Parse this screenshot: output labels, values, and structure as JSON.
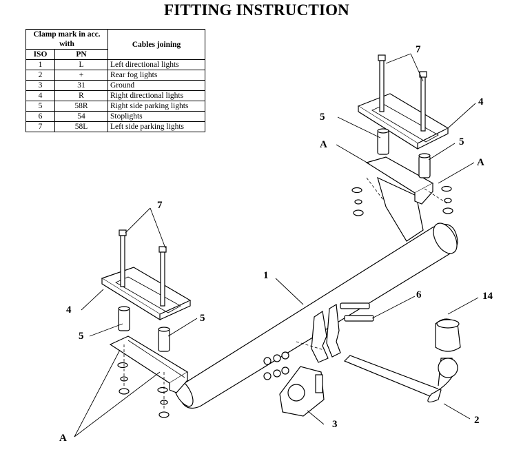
{
  "title": "FITTING INSTRUCTION",
  "table": {
    "header_clamp": "Clamp mark in acc. with",
    "header_iso": "ISO",
    "header_pn": "PN",
    "header_cables": "Cables joining",
    "rows": [
      {
        "iso": "1",
        "pn": "L",
        "cable": "Left directional lights"
      },
      {
        "iso": "2",
        "pn": "+",
        "cable": "Rear fog lights"
      },
      {
        "iso": "3",
        "pn": "31",
        "cable": "Ground"
      },
      {
        "iso": "4",
        "pn": "R",
        "cable": "Right directional lights"
      },
      {
        "iso": "5",
        "pn": "58R",
        "cable": "Right side parking lights"
      },
      {
        "iso": "6",
        "pn": "54",
        "cable": "Stoplights"
      },
      {
        "iso": "7",
        "pn": "58L",
        "cable": "Left side parking lights"
      }
    ]
  },
  "callouts": {
    "c1": "1",
    "c2": "2",
    "c3": "3",
    "c4_right": "4",
    "c4_left": "4",
    "c5_right_a": "5",
    "c5_right_b": "5",
    "c5_left_a": "5",
    "c5_left_b": "5",
    "c6": "6",
    "c7_right": "7",
    "c7_left": "7",
    "c14": "14",
    "a_right_a": "A",
    "a_right_b": "A",
    "a_left": "A"
  }
}
